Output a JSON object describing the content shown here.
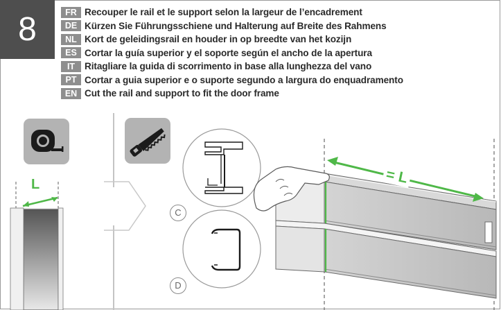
{
  "step": {
    "number": "8"
  },
  "instructions": [
    {
      "code": "FR",
      "text": "Recouper le rail et le support selon la largeur de l’encadrement"
    },
    {
      "code": "DE",
      "text": "Kürzen Sie Führungsschiene und Halterung auf Breite des Rahmens"
    },
    {
      "code": "NL",
      "text": "Kort de geleidingsrail en houder in op breedte van het kozijn"
    },
    {
      "code": "ES",
      "text": "Cortar la guía superior y el soporte según el ancho de la apertura"
    },
    {
      "code": "IT",
      "text": "Ritagliare la guida di scorrimento in base alla lunghezza del vano"
    },
    {
      "code": "PT",
      "text": "Cortar a guia superior e o suporte segundo a largura do enquadramento"
    },
    {
      "code": "EN",
      "text": "Cut the rail and support to fit the door frame"
    }
  ],
  "tools": [
    {
      "icon": "tape-measure-icon"
    },
    {
      "icon": "hand-saw-icon"
    }
  ],
  "measure": {
    "label": "L",
    "rail_label": "= L"
  },
  "callouts": {
    "rail_profile": "C",
    "support_profile": "D"
  },
  "colors": {
    "accent": "#4fb848",
    "step_box": "#4e4e4e",
    "lang_badge": "#8e8e8e",
    "tool_tile": "#b3b3b3"
  }
}
